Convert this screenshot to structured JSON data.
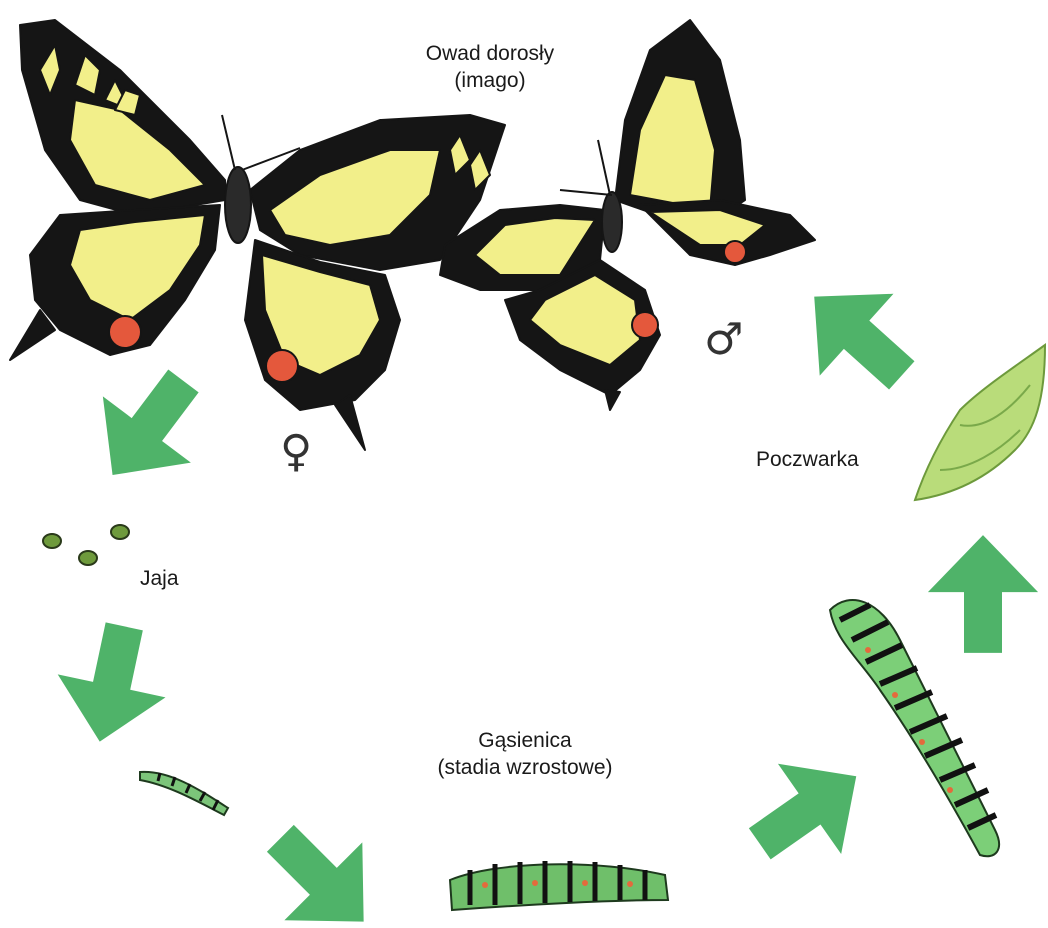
{
  "labels": {
    "adult_line1": "Owad dorosły",
    "adult_line2": "(imago)",
    "pupa": "Poczwarka",
    "eggs": "Jaja",
    "caterpillar_line1": "Gąsienica",
    "caterpillar_line2": "(stadia wzrostowe)"
  },
  "symbols": {
    "female": "♀",
    "male": "♂"
  },
  "colors": {
    "arrow": "#4fb369",
    "wing_yellow": "#f2ef8a",
    "wing_black": "#151515",
    "eyespot": "#e4583c",
    "blue_spots": "#2e6f8f",
    "caterpillar_green": "#6fbf6a",
    "caterpillar_stripe": "#111111",
    "pupa_green": "#b9dc7a"
  },
  "icons": {
    "arrow": "arrow-icon",
    "female": "female-symbol-icon",
    "male": "male-symbol-icon"
  }
}
